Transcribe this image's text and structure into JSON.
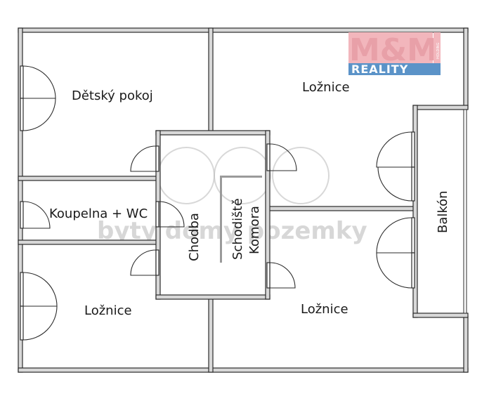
{
  "logo": {
    "brand": "M&M",
    "holding": "HOLDING",
    "subtitle": "REALITY"
  },
  "watermark": {
    "text": "byty domy pozemky"
  },
  "rooms": {
    "detsky_pokoj": "Dětský pokoj",
    "loznice_top_right": "Ložnice",
    "koupelna": "Koupelna + WC",
    "chodba": "Chodba",
    "schodiste": "Schodiště",
    "komora": "Komora",
    "loznice_bottom_left": "Ložnice",
    "loznice_bottom_right": "Ložnice",
    "balkon": "Balkón"
  },
  "colors": {
    "wall": "#d8d8d8",
    "logo_red": "#e8a0a8",
    "logo_blue": "#5b93c8"
  }
}
